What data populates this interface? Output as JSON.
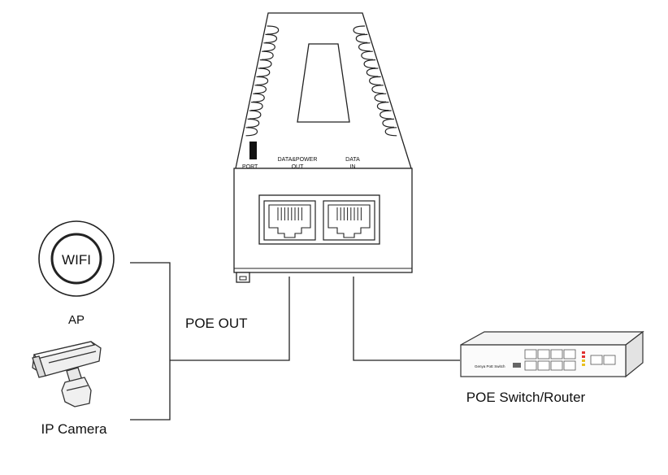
{
  "injector": {
    "port_label": "PORT",
    "data_power_out_label_line1": "DATA&POWER",
    "data_power_out_label_line2": "OUT",
    "data_in_label_line1": "DATA",
    "data_in_label_line2": "IN"
  },
  "ap": {
    "badge_text": "WIFI",
    "label": "AP"
  },
  "camera": {
    "label": "IP Camera"
  },
  "poe_out_label": "POE OUT",
  "switch": {
    "label": "POE Switch/Router",
    "brand_text": "Genya PoE Switch"
  },
  "icons": [
    "wifi-ap-icon",
    "ip-camera-icon",
    "poe-switch-icon",
    "rj45-port-icon"
  ]
}
